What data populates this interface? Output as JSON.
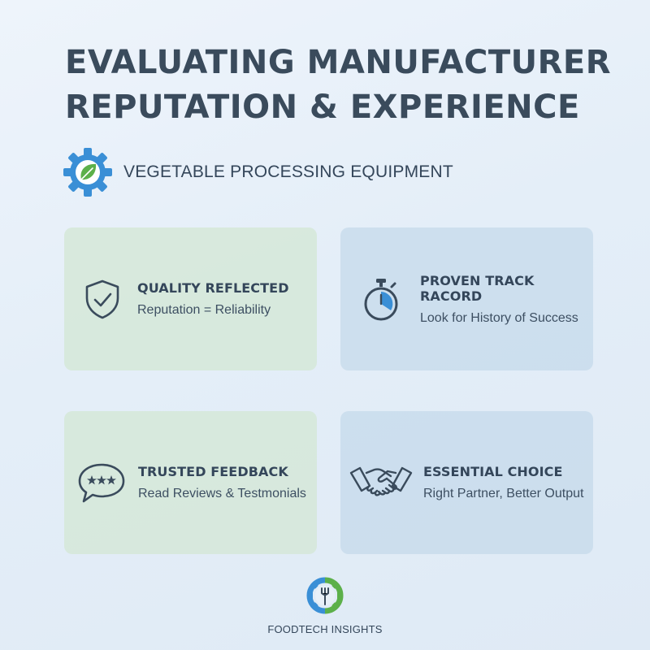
{
  "header": {
    "title_line1": "EVALUATING MANUFACTURER",
    "title_line2": "REPUTATION & EXPERIENCE",
    "subtitle": "VEGETABLE PROCESSING EQUIPMENT",
    "subtitle_icon": "gear-leaf-icon"
  },
  "cards": [
    {
      "title": "QUALITY REFLECTED",
      "desc": "Reputation = Reliability",
      "icon": "shield-check-icon"
    },
    {
      "title": "PROVEN TRACK RACORD",
      "desc": "Look for History of Success",
      "icon": "stopwatch-icon"
    },
    {
      "title": "TRUSTED FEEDBACK",
      "desc": "Read Reviews & Testmonials",
      "icon": "speech-bubble-stars-icon"
    },
    {
      "title": "ESSENTIAL CHOICE",
      "desc": "Right Partner, Better Output",
      "icon": "handshake-icon"
    }
  ],
  "footer": {
    "label": "FOODTECH INSIGHTS",
    "icon": "gear-fork-icon"
  },
  "colors": {
    "accent_blue": "#3a8fd6",
    "accent_green": "#5cb04a",
    "card_green": "#d5e8d8",
    "card_blue": "#caddec",
    "text_dark": "#3a4b5c"
  }
}
